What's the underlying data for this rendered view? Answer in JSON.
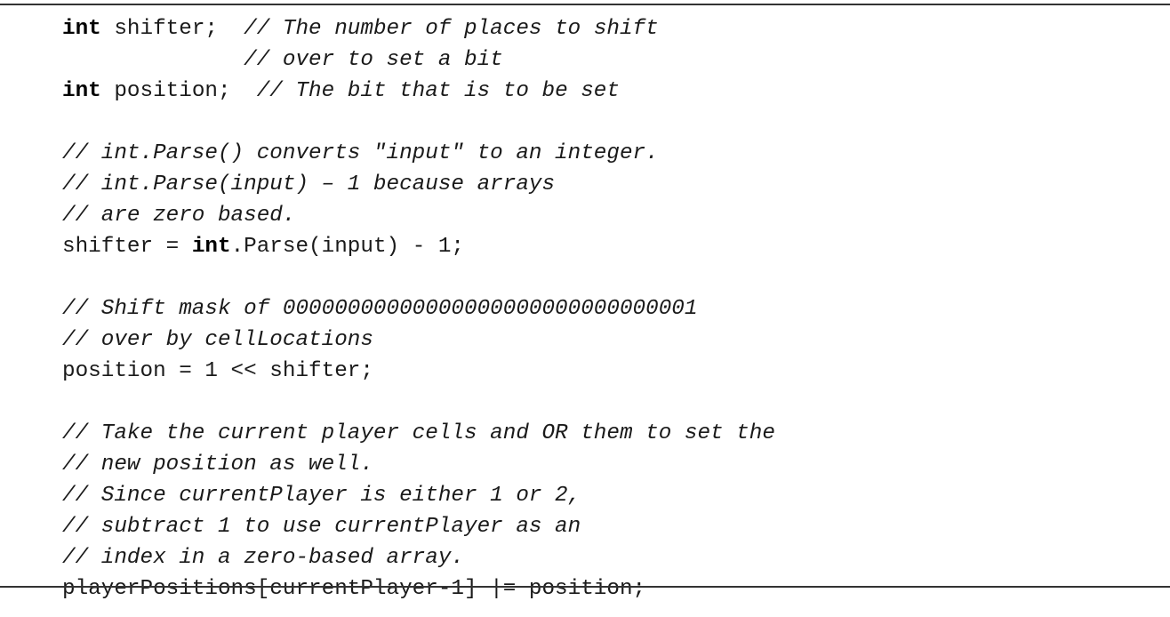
{
  "listing": {
    "lines": [
      [
        {
          "t": "int",
          "s": "kw"
        },
        {
          "t": " shifter;  ",
          "s": ""
        },
        {
          "t": "// The number of places to shift",
          "s": "cm"
        }
      ],
      [
        {
          "t": "              ",
          "s": ""
        },
        {
          "t": "// over to set a bit",
          "s": "cm"
        }
      ],
      [
        {
          "t": "int",
          "s": "kw"
        },
        {
          "t": " position;  ",
          "s": ""
        },
        {
          "t": "// The bit that is to be set",
          "s": "cm"
        }
      ],
      [],
      [
        {
          "t": "// int.Parse() converts \"input\" to an integer.",
          "s": "cm"
        }
      ],
      [
        {
          "t": "// int.Parse(input) – 1 because arrays",
          "s": "cm"
        }
      ],
      [
        {
          "t": "// are zero based.",
          "s": "cm"
        }
      ],
      [
        {
          "t": "shifter = ",
          "s": ""
        },
        {
          "t": "int",
          "s": "kw"
        },
        {
          "t": ".Parse(input) - 1;",
          "s": ""
        }
      ],
      [],
      [
        {
          "t": "// Shift mask of 00000000000000000000000000000001",
          "s": "cm"
        }
      ],
      [
        {
          "t": "// over by cellLocations",
          "s": "cm"
        }
      ],
      [
        {
          "t": "position = 1 << shifter;",
          "s": ""
        }
      ],
      [],
      [
        {
          "t": "// Take the current player cells and OR them to set the",
          "s": "cm"
        }
      ],
      [
        {
          "t": "// new position as well.",
          "s": "cm"
        }
      ],
      [
        {
          "t": "// Since currentPlayer is either 1 or 2,",
          "s": "cm"
        }
      ],
      [
        {
          "t": "// subtract 1 to use currentPlayer as an",
          "s": "cm"
        }
      ],
      [
        {
          "t": "// index in a zero-based array.",
          "s": "cm"
        }
      ],
      [
        {
          "t": "playerPositions[currentPlayer-1] |= position;",
          "s": ""
        }
      ]
    ]
  }
}
